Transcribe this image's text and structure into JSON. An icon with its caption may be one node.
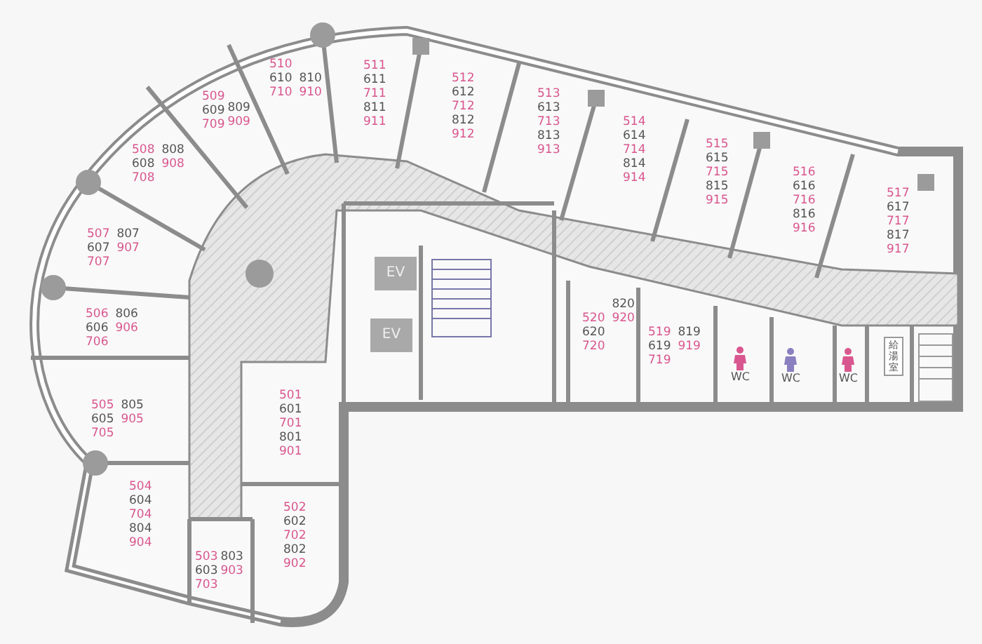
{
  "diagram": {
    "nodes": [
      {
        "text": [
          "509",
          "609",
          "709",
          "809",
          "909"
        ]
      },
      {
        "text": [
          "510",
          "610",
          "710",
          "810",
          "910"
        ]
      },
      {
        "text": [
          "511",
          "611",
          "711",
          "811",
          "911"
        ]
      },
      {
        "text": [
          "512",
          "612",
          "712",
          "812",
          "912"
        ]
      },
      {
        "text": [
          "513",
          "613",
          "713",
          "813",
          "913"
        ]
      },
      {
        "text": [
          "514",
          "614",
          "714",
          "814",
          "914"
        ]
      },
      {
        "text": [
          "515",
          "615",
          "715",
          "815",
          "915"
        ]
      },
      {
        "text": [
          "516",
          "616",
          "716",
          "816",
          "916"
        ]
      },
      {
        "text": [
          "517",
          "617",
          "717",
          "817",
          "917"
        ]
      },
      {
        "text": [
          "508",
          "608",
          "708",
          "808",
          "908"
        ]
      },
      {
        "text": [
          "507",
          "607",
          "707",
          "807",
          "907"
        ]
      },
      {
        "text": [
          "EV"
        ]
      },
      {
        "text": [
          "EV"
        ]
      },
      {
        "text": [
          "520",
          "620",
          "720",
          "820",
          "920"
        ]
      },
      {
        "text": [
          "519",
          "619",
          "719",
          "819",
          "919"
        ]
      },
      {
        "text": [
          "WC"
        ]
      },
      {
        "text": [
          "WC"
        ]
      },
      {
        "text": [
          "WC"
        ]
      },
      {
        "text": [
          "給湯室"
        ]
      },
      {
        "text": [
          "506",
          "606",
          "706",
          "806",
          "906"
        ]
      },
      {
        "text": [
          "505",
          "605",
          "705",
          "805",
          "905"
        ]
      },
      {
        "text": [
          "501",
          "601",
          "701",
          "801",
          "901"
        ]
      },
      {
        "text": [
          "504",
          "604",
          "704",
          "804",
          "904"
        ]
      },
      {
        "text": [
          "502",
          "602",
          "702",
          "802",
          "902"
        ]
      },
      {
        "text": [
          "503",
          "603",
          "703",
          "803",
          "903"
        ]
      }
    ]
  }
}
